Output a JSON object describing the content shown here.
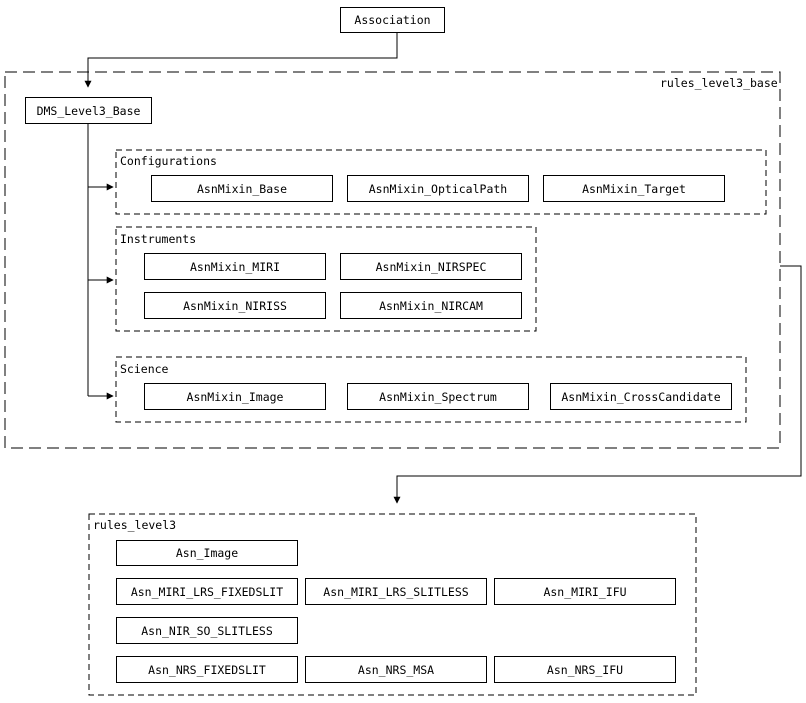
{
  "nodes": {
    "association": "Association",
    "dms_level3_base": "DMS_Level3_Base"
  },
  "groups": {
    "rules_level3_base": "rules_level3_base",
    "configurations": "Configurations",
    "instruments": "Instruments",
    "science": "Science",
    "rules_level3": "rules_level3"
  },
  "configurations": [
    "AsnMixin_Base",
    "AsnMixin_OpticalPath",
    "AsnMixin_Target"
  ],
  "instruments": [
    "AsnMixin_MIRI",
    "AsnMixin_NIRSPEC",
    "AsnMixin_NIRISS",
    "AsnMixin_NIRCAM"
  ],
  "science": [
    "AsnMixin_Image",
    "AsnMixin_Spectrum",
    "AsnMixin_CrossCandidate"
  ],
  "rules_level3": [
    "Asn_Image",
    "Asn_MIRI_LRS_FIXEDSLIT",
    "Asn_MIRI_LRS_SLITLESS",
    "Asn_MIRI_IFU",
    "Asn_NIR_SO_SLITLESS",
    "Asn_NRS_FIXEDSLIT",
    "Asn_NRS_MSA",
    "Asn_NRS_IFU"
  ]
}
